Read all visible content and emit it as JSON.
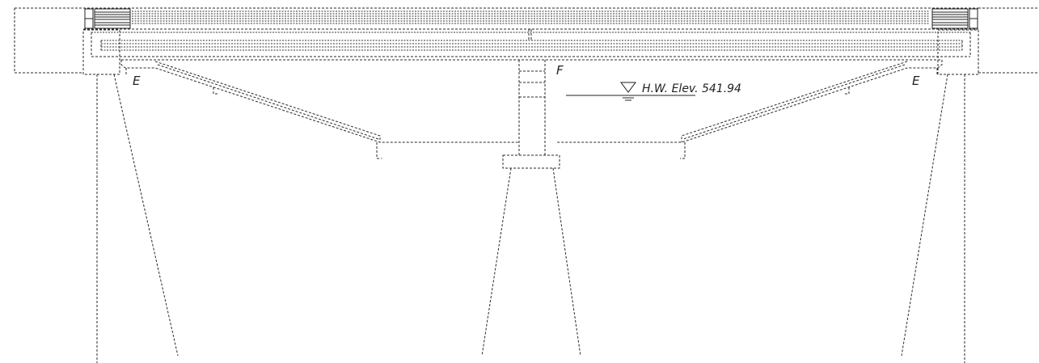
{
  "drawing": {
    "labels": {
      "left_end_mark": "E",
      "right_end_mark": "E",
      "center_mark": "F",
      "high_water": "H.W. Elev. 541.94"
    }
  }
}
